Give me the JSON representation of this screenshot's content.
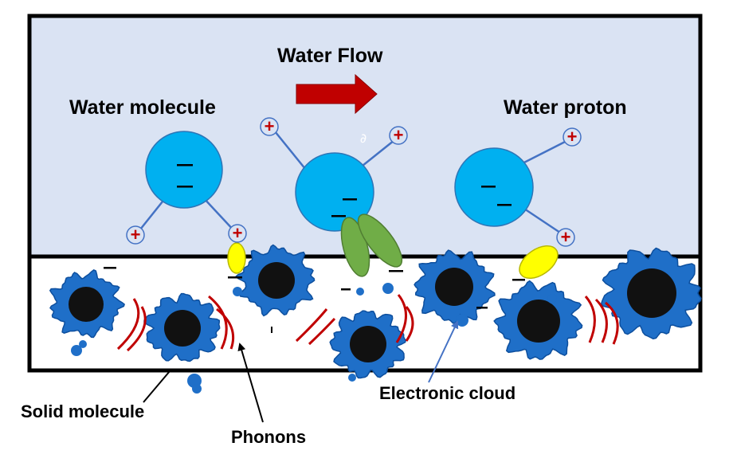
{
  "title": "Water Flow",
  "labels": {
    "water_molecule": "Water molecule",
    "water_proton": "Water proton",
    "solid_molecule": "Solid molecule",
    "phonons": "Phonons",
    "electronic_cloud": "Electronic cloud"
  },
  "symbols": {
    "plus": "+",
    "minus": "−",
    "stray_mark": "∂"
  },
  "colors": {
    "water_region": "#dae3f3",
    "oxygen_fill": "#00b0f0",
    "oxygen_stroke": "#2e75b6",
    "bond": "#4472c4",
    "proton_plus": "#c00000",
    "arrow": "#c00000",
    "phonon_arcs": "#c00000",
    "electron_cloud": "#1f6fc8",
    "nucleus": "#111111",
    "interaction_green": "#70ad47",
    "interaction_yellow": "#ffff00"
  }
}
